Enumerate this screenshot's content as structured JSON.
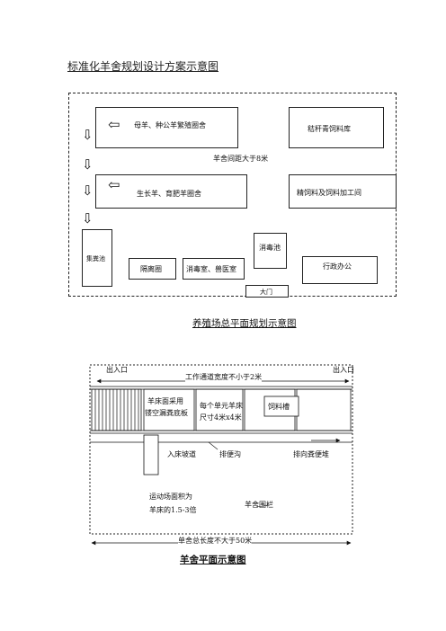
{
  "doc_title": "标准化羊舍规划设计方案示意图",
  "plan1": {
    "ewe_ram_shed": "母羊、种公羊繁殖圈舍",
    "forage_store": "秸秆青饲料库",
    "spacing_note": "羊舍间距大于8米",
    "growing_shed": "生长羊、育肥羊圈舍",
    "feed_workshop": "精饲料及饲料加工间",
    "manure_pond": "集粪池",
    "disinfect_pond": "消毒池",
    "isolation_pen": "隔离圈",
    "vet_room": "消毒室、兽医室",
    "office": "行政办公",
    "gate": "大门",
    "caption": "养殖场总平面规划示意图"
  },
  "plan2": {
    "exit_left": "出入口",
    "exit_right": "出入口",
    "aisle_note": "工作通道宽度不小于2米",
    "slat_floor_1": "羊床面采用",
    "slat_floor_2": "镂空漏粪底板",
    "unit_size_1": "每个单元羊床",
    "unit_size_2": "尺寸4米x4米",
    "trough": "饲料槽",
    "ramp": "入床坡道",
    "drain": "排便沟",
    "to_manure": "排向粪便堆",
    "yard_1": "运动场面积为",
    "yard_2": "羊床的1.5-3倍",
    "fence": "羊舍围栏",
    "length_note": "单舍总长度不大于50米",
    "caption": "羊舍平面示意图"
  }
}
